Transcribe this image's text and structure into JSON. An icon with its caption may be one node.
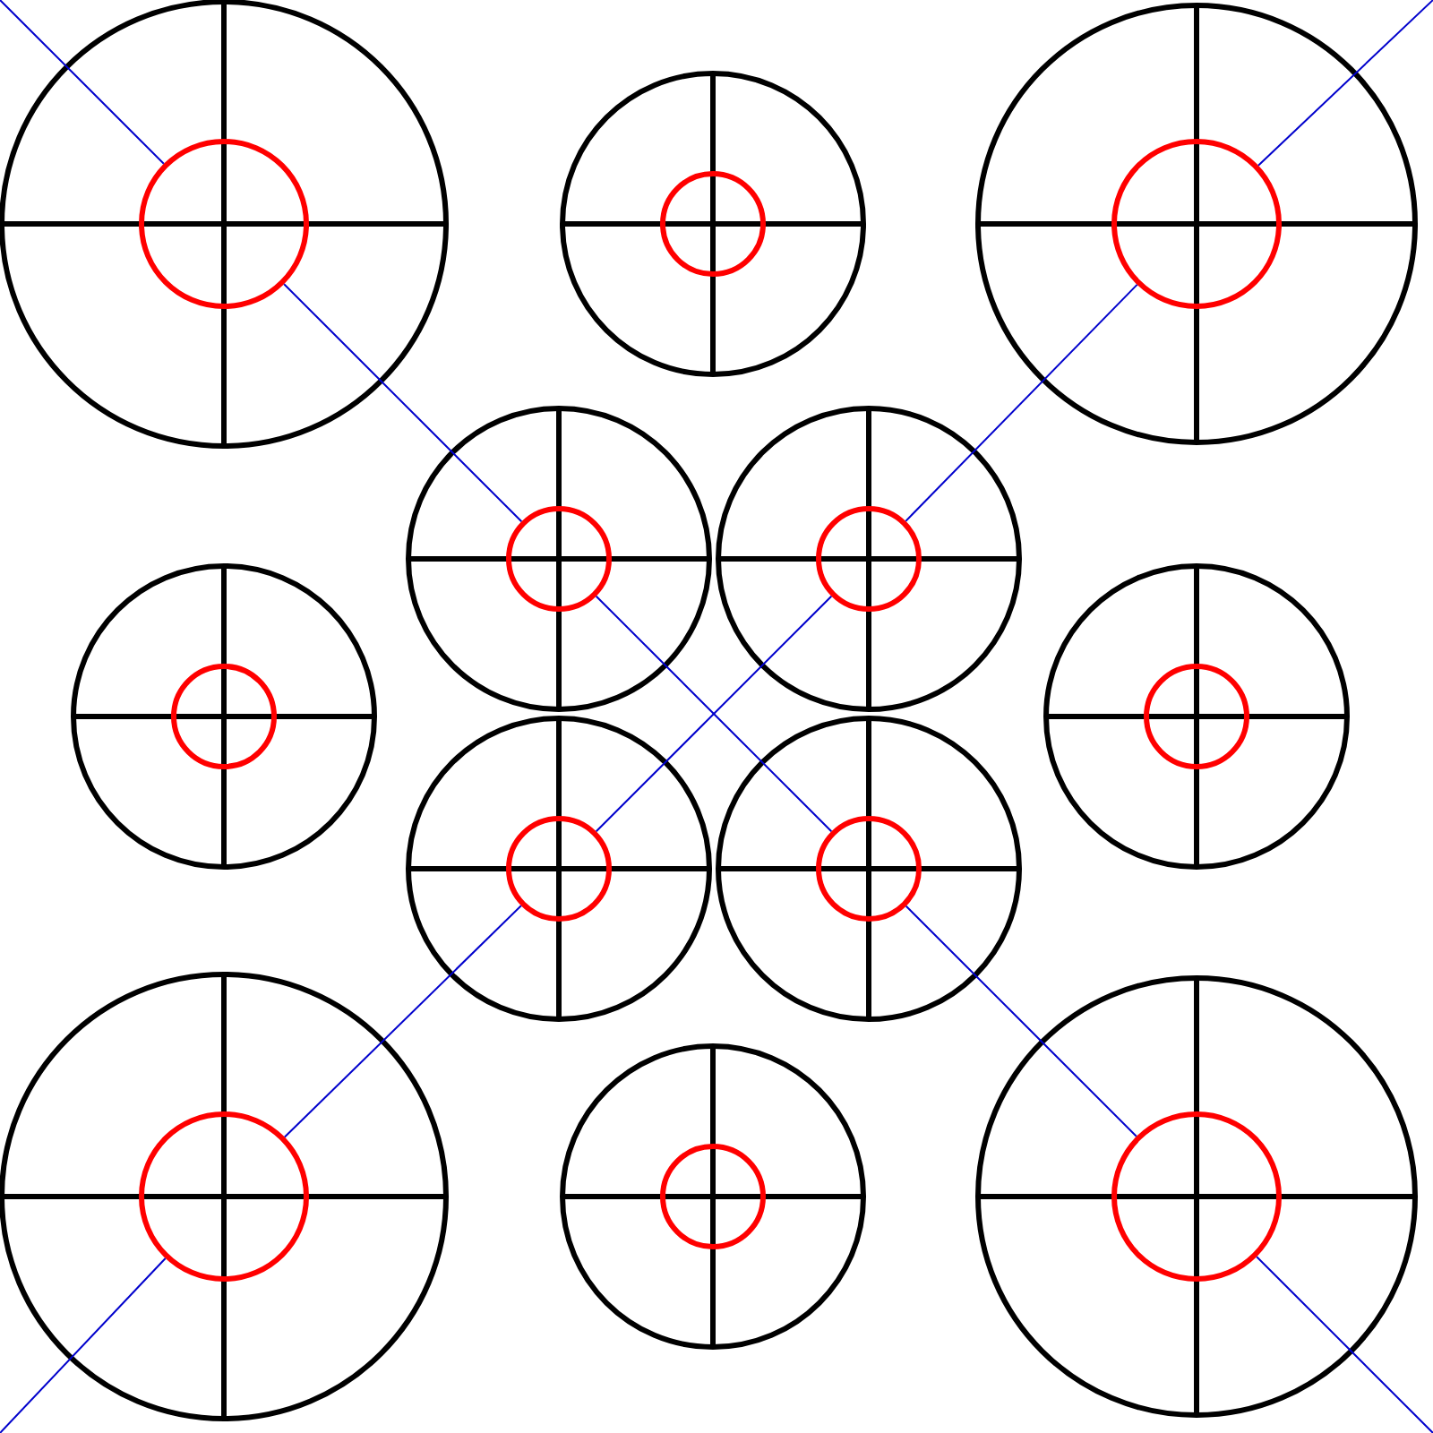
{
  "diagram": {
    "nodes": [
      {
        "text": [],
        "shape": "circle"
      },
      {
        "text": [],
        "shape": "circle"
      },
      {
        "text": [],
        "shape": "circle"
      },
      {
        "text": [],
        "shape": "circle"
      },
      {
        "text": [],
        "shape": "circle"
      },
      {
        "text": [],
        "shape": "circle"
      },
      {
        "text": [],
        "shape": "circle"
      },
      {
        "text": [],
        "shape": "circle"
      },
      {
        "text": [],
        "shape": "circle"
      },
      {
        "text": [],
        "shape": "circle"
      },
      {
        "text": [],
        "shape": "circle"
      },
      {
        "text": [],
        "shape": "circle"
      }
    ],
    "edges": [
      {
        "from": null,
        "to": 0,
        "arrow": "none",
        "color": "#0000cc"
      },
      {
        "from": 0,
        "to": 3,
        "arrow": "none",
        "color": "#0000cc"
      },
      {
        "from": 3,
        "to": 8,
        "arrow": "none",
        "color": "#0000cc"
      },
      {
        "from": 8,
        "to": 11,
        "arrow": "none",
        "color": "#0000cc"
      },
      {
        "from": 11,
        "to": null,
        "arrow": "none",
        "color": "#0000cc"
      },
      {
        "from": null,
        "to": 2,
        "arrow": "none",
        "color": "#0000cc"
      },
      {
        "from": 2,
        "to": 4,
        "arrow": "none",
        "color": "#0000cc"
      },
      {
        "from": 4,
        "to": 7,
        "arrow": "none",
        "color": "#0000cc"
      },
      {
        "from": 7,
        "to": 9,
        "arrow": "none",
        "color": "#0000cc"
      },
      {
        "from": 9,
        "to": null,
        "arrow": "none",
        "color": "#0000cc"
      }
    ]
  }
}
